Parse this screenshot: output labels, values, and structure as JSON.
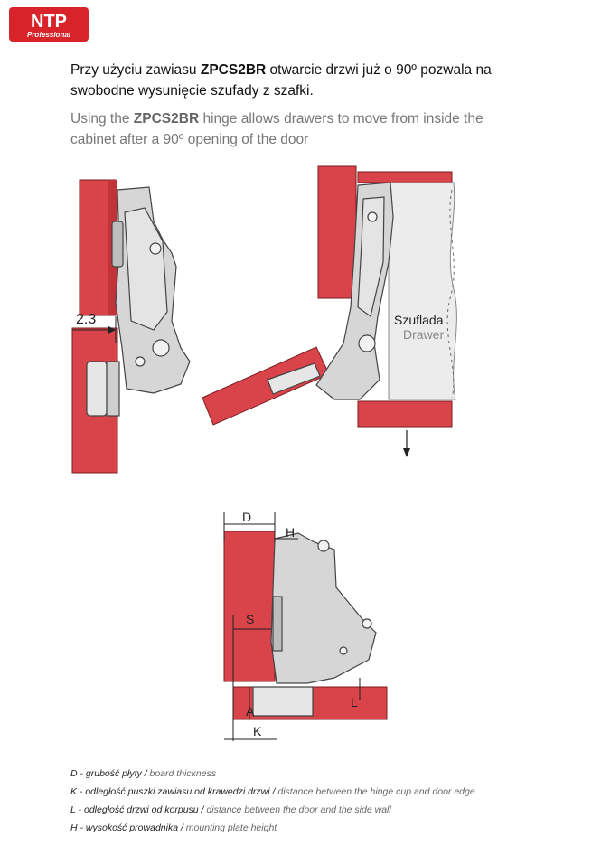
{
  "brand": {
    "name": "NTP",
    "tagline": "Professional",
    "color": "#d8232a"
  },
  "intro": {
    "pl_before": "Przy użyciu zawiasu ",
    "pl_model": "ZPCS2BR",
    "pl_after": " otwarcie drzwi już o 90º pozwala na swobodne wysunięcie szufady z szafki.",
    "en_before": "Using the ",
    "en_model": "ZPCS2BR",
    "en_after": " hinge allows drawers to move from inside the cabinet after a 90º opening of the door"
  },
  "figure1": {
    "dimension": "2.3"
  },
  "figure2": {
    "drawer_pl": "Szuflada",
    "drawer_en": "Drawer"
  },
  "figure3": {
    "label_d": "D",
    "label_h": "H",
    "label_s": "S",
    "label_l": "L",
    "label_a": "A",
    "label_k": "K"
  },
  "legend": [
    {
      "pl": "D - grubość płyty / ",
      "en": "board thickness"
    },
    {
      "pl": "K - odległość puszki zawiasu od krawędzi drzwi / ",
      "en": "distance between the hinge cup and door edge"
    },
    {
      "pl": "L - odległość drzwi od korpusu / ",
      "en": "distance between the door and the side wall"
    },
    {
      "pl": "H - wysokość prowadnika / ",
      "en": "mounting plate height"
    }
  ],
  "colors": {
    "board_red": "#d9434a",
    "board_edge": "#7a1e22",
    "metal": "#d6d6d6",
    "metal_dark": "#555555",
    "drawer_fill": "#ececec"
  }
}
